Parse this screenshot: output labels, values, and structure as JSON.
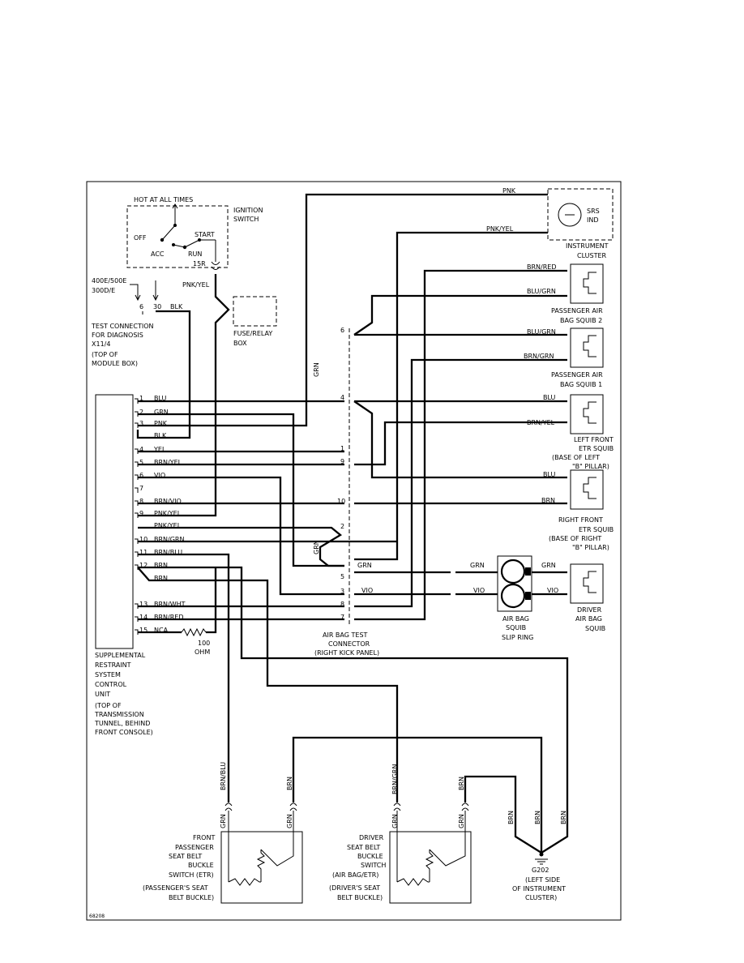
{
  "figure_id": "68208",
  "ignition": {
    "hot_at_all_times": "HOT AT ALL TIMES",
    "title": "IGNITION SWITCH",
    "positions": [
      "OFF",
      "ACC",
      "RUN",
      "START"
    ],
    "terminal": "15R"
  },
  "test_connection": {
    "model_a": "400E/500E",
    "model_b": "300D/E",
    "pins": [
      "6",
      "30"
    ],
    "wire": "BLK",
    "label": "TEST CONNECTION FOR DIAGNOSIS X11/4 (TOP OF MODULE BOX)"
  },
  "fuse_box": {
    "label": "FUSE/RELAY BOX",
    "wire": "PNK/YEL"
  },
  "control_unit": {
    "label": "SUPPLEMENTAL RESTRAINT SYSTEM CONTROL UNIT",
    "location": "(TOP OF TRANSMISSION TUNNEL, BEHIND FRONT CONSOLE)",
    "pins": [
      {
        "pin": "1",
        "wire": "BLU"
      },
      {
        "pin": "2",
        "wire": "GRN"
      },
      {
        "pin": "3",
        "wire": "PNK"
      },
      {
        "pin": "",
        "wire": "BLK"
      },
      {
        "pin": "4",
        "wire": "YEL"
      },
      {
        "pin": "5",
        "wire": "BRN/YEL"
      },
      {
        "pin": "6",
        "wire": "VIO"
      },
      {
        "pin": "7",
        "wire": ""
      },
      {
        "pin": "8",
        "wire": "BRN/VIO"
      },
      {
        "pin": "9",
        "wire": "PNK/YEL"
      },
      {
        "pin": "",
        "wire": "PNK/YEL"
      },
      {
        "pin": "10",
        "wire": "BRN/GRN"
      },
      {
        "pin": "11",
        "wire": "BRN/BLU"
      },
      {
        "pin": "12",
        "wire": "BRN"
      },
      {
        "pin": "",
        "wire": "BRN"
      },
      {
        "pin": "13",
        "wire": "BRN/WHT"
      },
      {
        "pin": "14",
        "wire": "BRN/RED"
      },
      {
        "pin": "15",
        "wire": "NCA"
      }
    ],
    "resistor": "100 OHM"
  },
  "test_connector": {
    "label": "AIR BAG TEST CONNECTOR",
    "location": "(RIGHT KICK PANEL)",
    "pins": [
      "6",
      "4",
      "1",
      "9",
      "10",
      "2",
      "5",
      "3",
      "8",
      "7"
    ],
    "vertical_wire": "GRN",
    "wires": [
      "GRN",
      "VIO"
    ]
  },
  "instrument_cluster": {
    "label": "INSTRUMENT CLUSTER",
    "indicator": "SRS IND",
    "wires": [
      "PNK",
      "PNK/YEL"
    ]
  },
  "squibs": [
    {
      "label": "PASSENGER AIR BAG SQUIB 2",
      "wires": [
        "BRN/RED",
        "BLU/GRN"
      ]
    },
    {
      "label": "PASSENGER AIR BAG SQUIB 1",
      "wires": [
        "BLU/GRN",
        "BRN/GRN"
      ]
    },
    {
      "label": "LEFT FRONT ETR SQUIB (BASE OF LEFT \"B\" PILLAR)",
      "wires": [
        "BLU",
        "BRN/YEL"
      ]
    },
    {
      "label": "RIGHT FRONT ETR SQUIB (BASE OF RIGHT \"B\" PILLAR)",
      "wires": [
        "BLU",
        "BRN"
      ]
    },
    {
      "label": "DRIVER AIR BAG SQUIB",
      "wires": [
        "GRN",
        "VIO"
      ]
    }
  ],
  "slip_ring": {
    "label": "AIR BAG SQUIB SLIP RING",
    "wires": [
      "GRN",
      "VIO"
    ]
  },
  "buckle_passenger": {
    "label": "FRONT PASSENGER SEAT BELT BUCKLE SWITCH (ETR)",
    "location": "(PASSENGER'S SEAT BELT BUCKLE)",
    "wires": [
      "BRN/BLU",
      "BRN",
      "GRN",
      "GRN"
    ]
  },
  "buckle_driver": {
    "label": "DRIVER SEAT BELT BUCKLE SWITCH (AIR BAG/ETR)",
    "location": "(DRIVER'S SEAT BELT BUCKLE)",
    "wires": [
      "BRN/GRN",
      "BRN",
      "GRN",
      "GRN"
    ]
  },
  "ground": {
    "label": "G202",
    "location": "(LEFT SIDE OF INSTRUMENT CLUSTER)",
    "wires": [
      "BRN",
      "BRN",
      "BRN"
    ]
  }
}
